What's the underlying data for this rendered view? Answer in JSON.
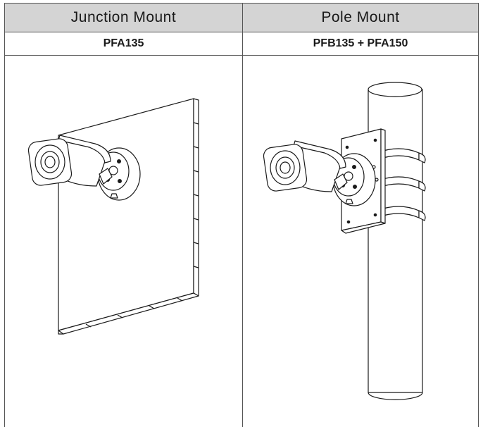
{
  "table": {
    "header": {
      "left": "Junction Mount",
      "right": "Pole Mount"
    },
    "models": {
      "left": "PFA135",
      "right": "PFB135 + PFA150"
    }
  },
  "colors": {
    "header_background": "#d4d4d4",
    "border": "#555555",
    "line_art": "#1a1a1a"
  }
}
